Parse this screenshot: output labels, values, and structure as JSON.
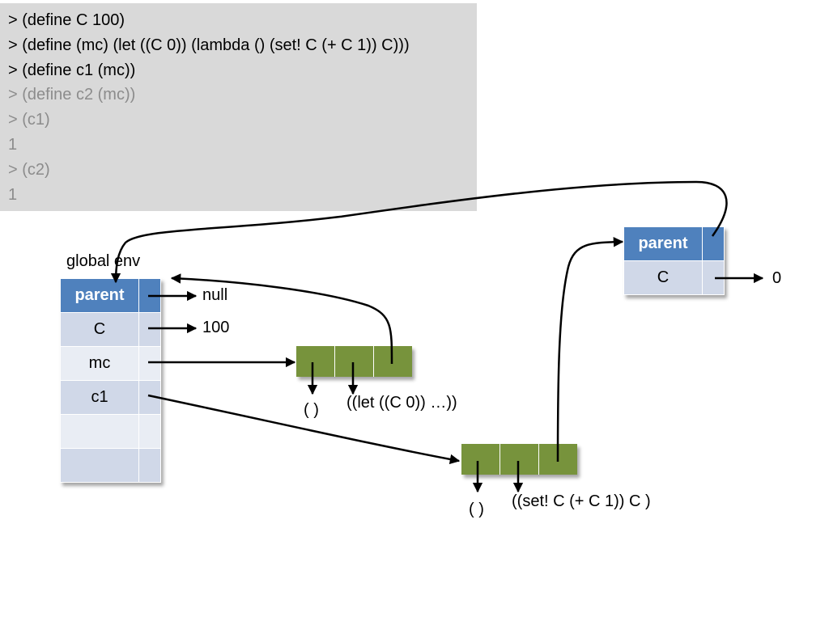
{
  "repl": {
    "lines": [
      {
        "text": "> (define C 100)",
        "dim": false
      },
      {
        "text": "> (define (mc) (let ((C 0)) (lambda () (set! C (+ C 1)) C)))",
        "dim": false
      },
      {
        "text": "> (define c1 (mc))",
        "dim": false
      },
      {
        "text": "> (define c2 (mc))",
        "dim": true
      },
      {
        "text": "> (c1)",
        "dim": true
      },
      {
        "text": "1",
        "dim": true
      },
      {
        "text": "> (c2)",
        "dim": true
      },
      {
        "text": "1",
        "dim": true
      }
    ]
  },
  "global_env": {
    "title": "global env",
    "parent_label": "parent",
    "rows": [
      "C",
      "mc",
      "c1",
      "",
      ""
    ],
    "parent_value": "null",
    "c_value": "100"
  },
  "closure_mc": {
    "params": "( )",
    "body": "((let ((C 0)) …))"
  },
  "closure_c1": {
    "params": "( )",
    "body": "((set! C (+ C 1)) C )"
  },
  "let_env": {
    "parent_label": "parent",
    "rows": [
      "C"
    ],
    "c_value": "0"
  },
  "colors": {
    "frame_header": "#4f81bd",
    "frame_row_a": "#d0d8e8",
    "frame_row_b": "#e9edf4",
    "closure_cell": "#77933c",
    "repl_bg": "#d9d9d9"
  }
}
